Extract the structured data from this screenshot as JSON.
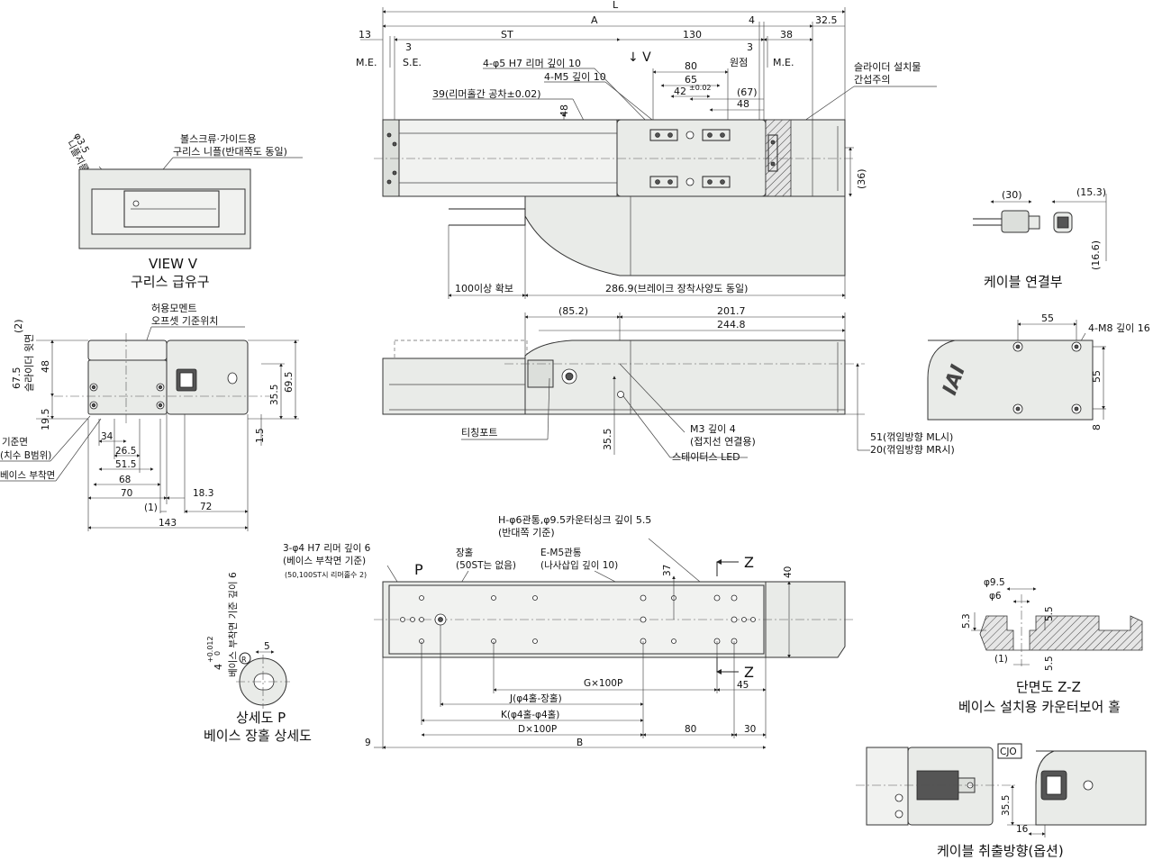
{
  "dims": {
    "L": "L",
    "A": "A",
    "d4": "4",
    "d32_5": "32.5",
    "d13": "13",
    "ST": "ST",
    "d130": "130",
    "d38": "38",
    "d3a": "3",
    "d3b": "3",
    "ME1": "M.E.",
    "SE": "S.E.",
    "ME2": "M.E.",
    "origin": "원점",
    "vdir": "↓ V",
    "reamer5": "4-φ5 H7 리머 깊이 10",
    "m5": "4-M5 깊이 10",
    "d39": "39(리머홀간 공차±0.02)",
    "d80": "80",
    "d65": "65",
    "d42": "42",
    "d42tol": "±0.02",
    "d67": "(67)",
    "d48": "48",
    "d48v": "48",
    "d36": "(36)",
    "slider_warn1": "슬라이더 설치물",
    "slider_warn2": "간섭주의",
    "d100": "100이상 확보",
    "d286": "286.9(브레이크 장착사양도 동일)",
    "d85_2": "(85.2)",
    "d201_7": "201.7",
    "d244_8": "244.8",
    "teach": "티칭포트",
    "d35_5": "35.5",
    "m3a": "M3 깊이 4",
    "m3b": "(접지선 연결용)",
    "led": "스테이터스 LED",
    "ml": "51(꺾임방향 ML시)",
    "mr": "20(꺾임방향 MR시)",
    "d55": "55",
    "m8": "4-M8 깊이 16",
    "d55v": "55",
    "d8": "8",
    "c30": "(30)",
    "c15_3": "(15.3)",
    "c16_6": "(16.6)",
    "h_hole1": "H-φ6관통,φ9.5카운터싱크 깊이 5.5",
    "h_hole2": "(반대쪽 기준)",
    "ream4a": "3-φ4 H7 리머 깊이 6",
    "ream4b": "(베이스 부착면 기준)",
    "ream4c": "(50,100ST시 리머홀수 2)",
    "P": "P",
    "slot1": "장홀",
    "slot2": "(50ST는 없음)",
    "em5a": "E-M5관통",
    "em5b": "(나사삽입 깊이 10)",
    "Z1": "Z",
    "Z2": "Z",
    "d37": "37",
    "d40": "40",
    "G": "G×100P",
    "d45": "45",
    "J": "J(φ4홀-장홀)",
    "K": "K(φ4홀-φ4홀)",
    "D": "D×100P",
    "d80b": "80",
    "d30": "30",
    "d9": "9",
    "B": "B",
    "f9_5": "φ9.5",
    "f6": "φ6",
    "d5_3": "5.3",
    "d5_5a": "5.5",
    "d5_5b": "5.5",
    "d1b": "(1)",
    "grease1": "볼스크류·가이드용",
    "grease2": "구리스 니플(반대쪽도 동일)",
    "nip_a": "φ3.5",
    "nip_b": "니플지름",
    "mo1": "허용모멘트",
    "mo2": "오프셋 기준위치",
    "d2": "(2)",
    "d67_5": "67.5",
    "sl_top": "슬라이더 윗면",
    "d48c": "48",
    "d19_5": "19.5",
    "base_ref1": "기준면",
    "base_ref2": "(치수 B범위)",
    "base_mount": "베이스 부착면",
    "d34": "34",
    "d26_5": "26.5",
    "d51_5": "51.5",
    "d68": "68",
    "d70": "70",
    "d18_3": "18.3",
    "d1c": "(1)",
    "d72": "72",
    "d143": "143",
    "d69_5": "69.5",
    "d35_5b": "35.5",
    "d1_5": "1.5",
    "pd_depth": "베이스 부착면 기준 깊이 6",
    "pd_4": "4",
    "pd_tol": "+0.012",
    "pd_tol0": "0",
    "pd_5": "5",
    "pd_R": "R",
    "cjo": "CJO",
    "d35_5c": "35.5",
    "d16": "16"
  },
  "captions": {
    "view_v": "VIEW V",
    "grease": "구리스 급유구",
    "cable_conn": "케이블 연결부",
    "detail_p1": "상세도 P",
    "detail_p2": "베이스 장홀 상세도",
    "section1": "단면도 Z-Z",
    "section2": "베이스 설치용 카운터보어 홀",
    "cable_dir": "케이블 취출방향(옵션)"
  },
  "logo": "IAI",
  "colors": {
    "body": "#e9ebe8",
    "line": "#222222"
  }
}
